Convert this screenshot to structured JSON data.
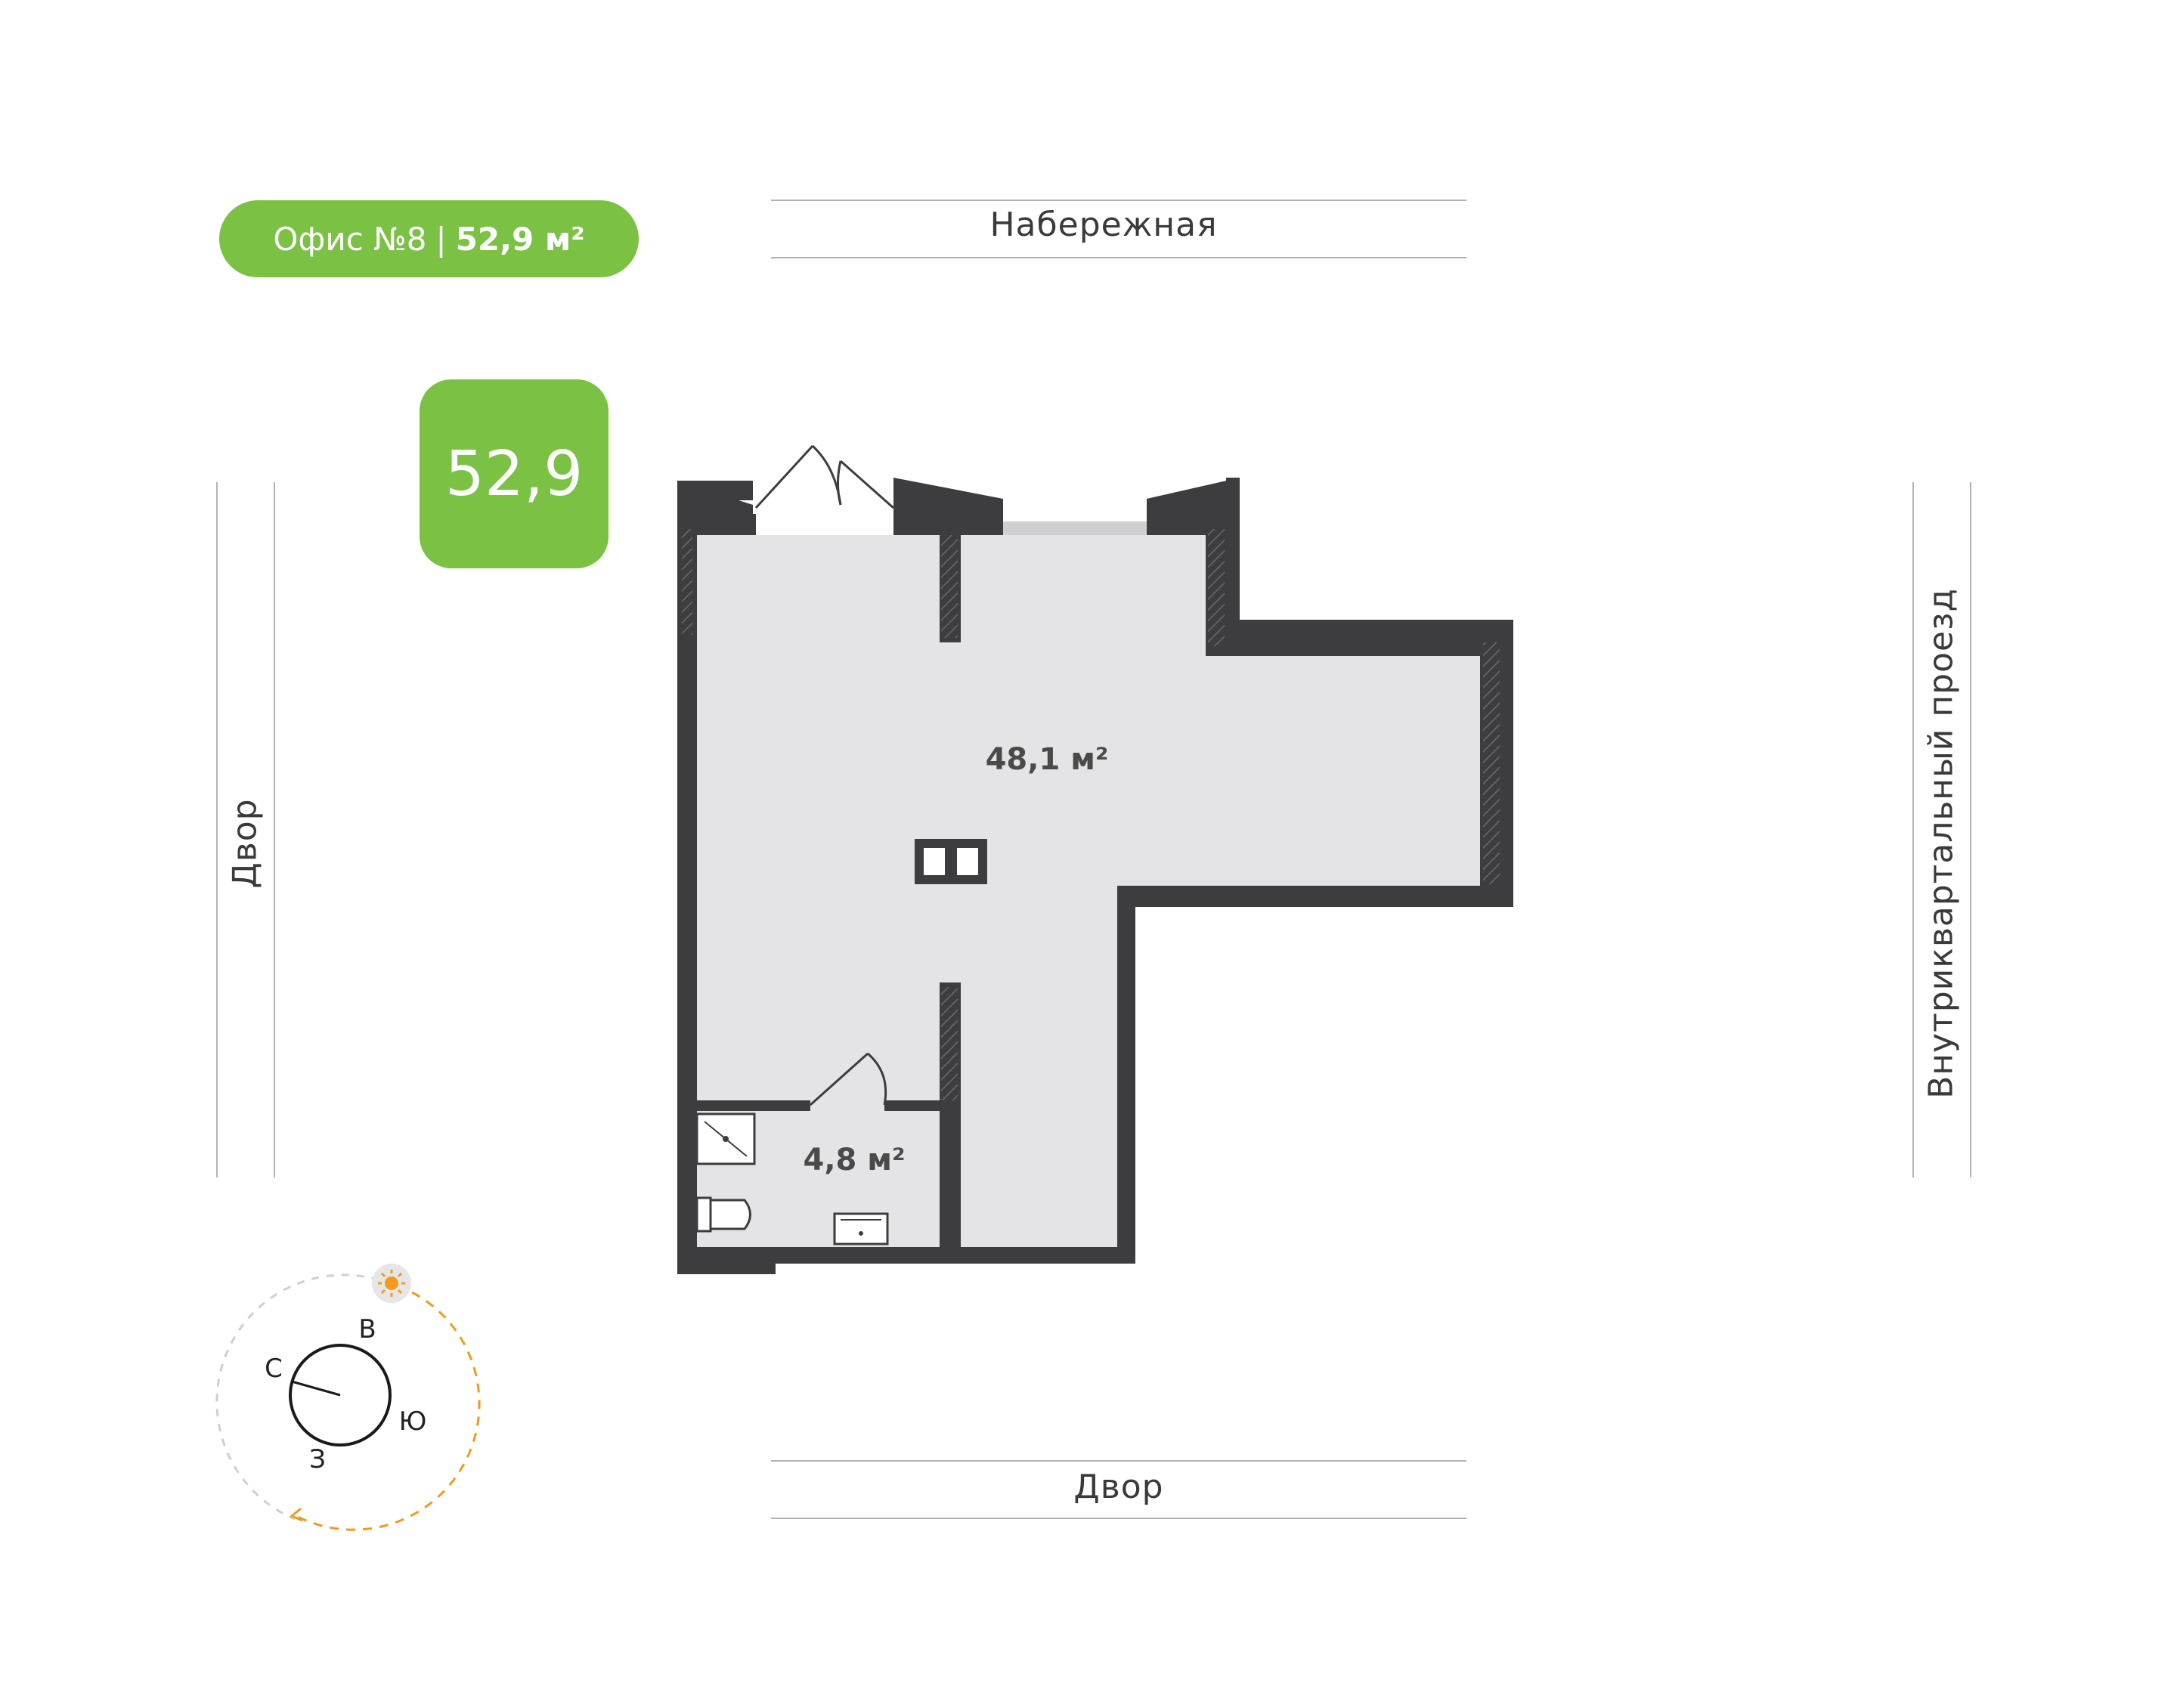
{
  "header": {
    "office_label": "Офис №8",
    "separator": "|",
    "area_label": "52,9 м²"
  },
  "badge": {
    "total_area": "52,9"
  },
  "streets": {
    "top": "Набережная",
    "bottom": "Двор",
    "left": "Двор",
    "right": "Внутриквартальный проезд"
  },
  "rooms": {
    "main_area": "48,1 м²",
    "bathroom_area": "4,8 м²"
  },
  "compass": {
    "north": "С",
    "east": "В",
    "south": "Ю",
    "west": "З",
    "sun_icon": "sun-icon"
  },
  "colors": {
    "accent": "#7bc144",
    "wall": "#3d3d3f",
    "floor": "#e4e4e6",
    "sun_path": "#f39a1e"
  }
}
